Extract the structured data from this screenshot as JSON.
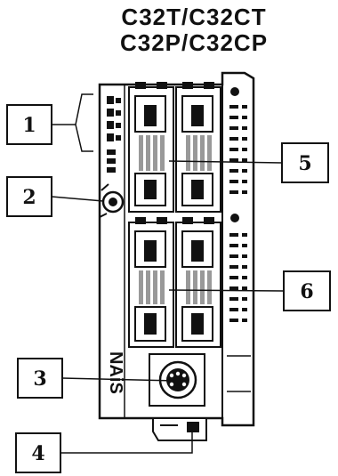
{
  "title_lines": [
    "C32T/C32CT",
    "C32P/C32CP"
  ],
  "brand": "NAiS",
  "callouts": [
    "1",
    "2",
    "3",
    "4",
    "5",
    "6"
  ]
}
